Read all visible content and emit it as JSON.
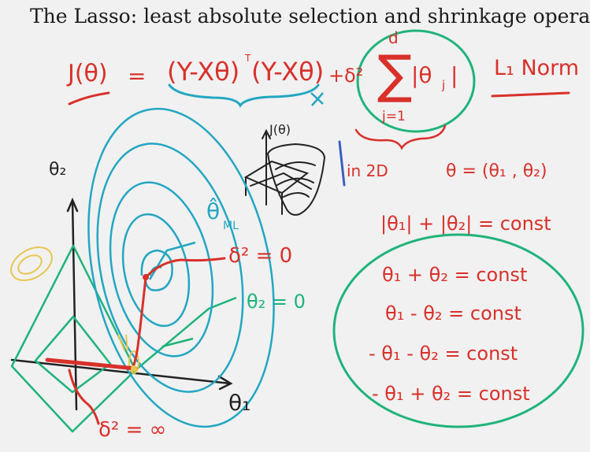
{
  "title": "The Lasso: least absolute selection and shrinkage operator",
  "equation": {
    "lhs": "J(θ)",
    "equals": "=",
    "term1": "(Y-Xθ)",
    "transpose": "T",
    "term2": "(Y-Xθ)",
    "plus": "+",
    "delta_sq": "δ²",
    "sum": "∑",
    "sum_upper": "d",
    "sum_lower": "j=1",
    "abs_theta_j": "|θ",
    "abs_sub": "j",
    "abs_close": "|",
    "norm_label": "L₁ Norm"
  },
  "small_plot": {
    "axis_label": "J(θ)"
  },
  "notes": {
    "in_2d": "in  2D",
    "theta_def": "θ = (θ₁ , θ₂)",
    "abs_sum": "|θ₁| + |θ₂| = const",
    "cases": [
      "θ₁ + θ₂ = const",
      "θ₁ - θ₂ = const",
      "- θ₁ - θ₂ = const",
      "- θ₁ + θ₂ = const"
    ]
  },
  "plot": {
    "theta2_label": "θ₂",
    "theta1_label": "θ₁",
    "theta_ml_label": "θ̂",
    "theta_ml_sub": "ML",
    "delta_zero": "δ² = 0",
    "theta2_zero": "θ₂ = 0",
    "delta_inf": "δ² = ∞"
  },
  "colors": {
    "red_ink": "#d9302a",
    "green_ink": "#1fb37a",
    "teal_ink": "#23a6c2",
    "dark_ink": "#222222",
    "yellow_ink": "#e8c650",
    "background": "#f1f1f1"
  }
}
